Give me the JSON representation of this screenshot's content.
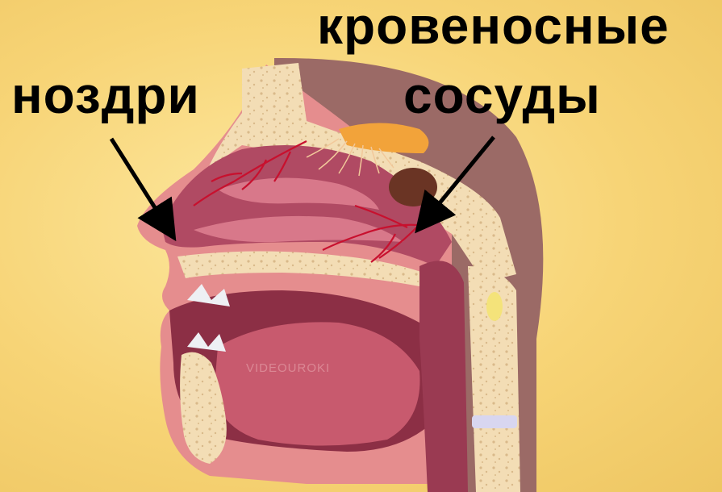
{
  "labels": {
    "nostrils": "ноздри",
    "blood_vessels_line1": "кровеносные",
    "blood_vessels_line2": "сосуды"
  },
  "watermark": "VIDEOUROKI",
  "colors": {
    "background": "#f7d476",
    "tissue_pink": "#c85a6e",
    "airway_dark": "#8c2f45",
    "bone": "#f3ddb5",
    "skull": "#9b6a66",
    "vessel_red": "#c8102e",
    "nerve": "#f2c89a",
    "arrow": "#000000"
  }
}
